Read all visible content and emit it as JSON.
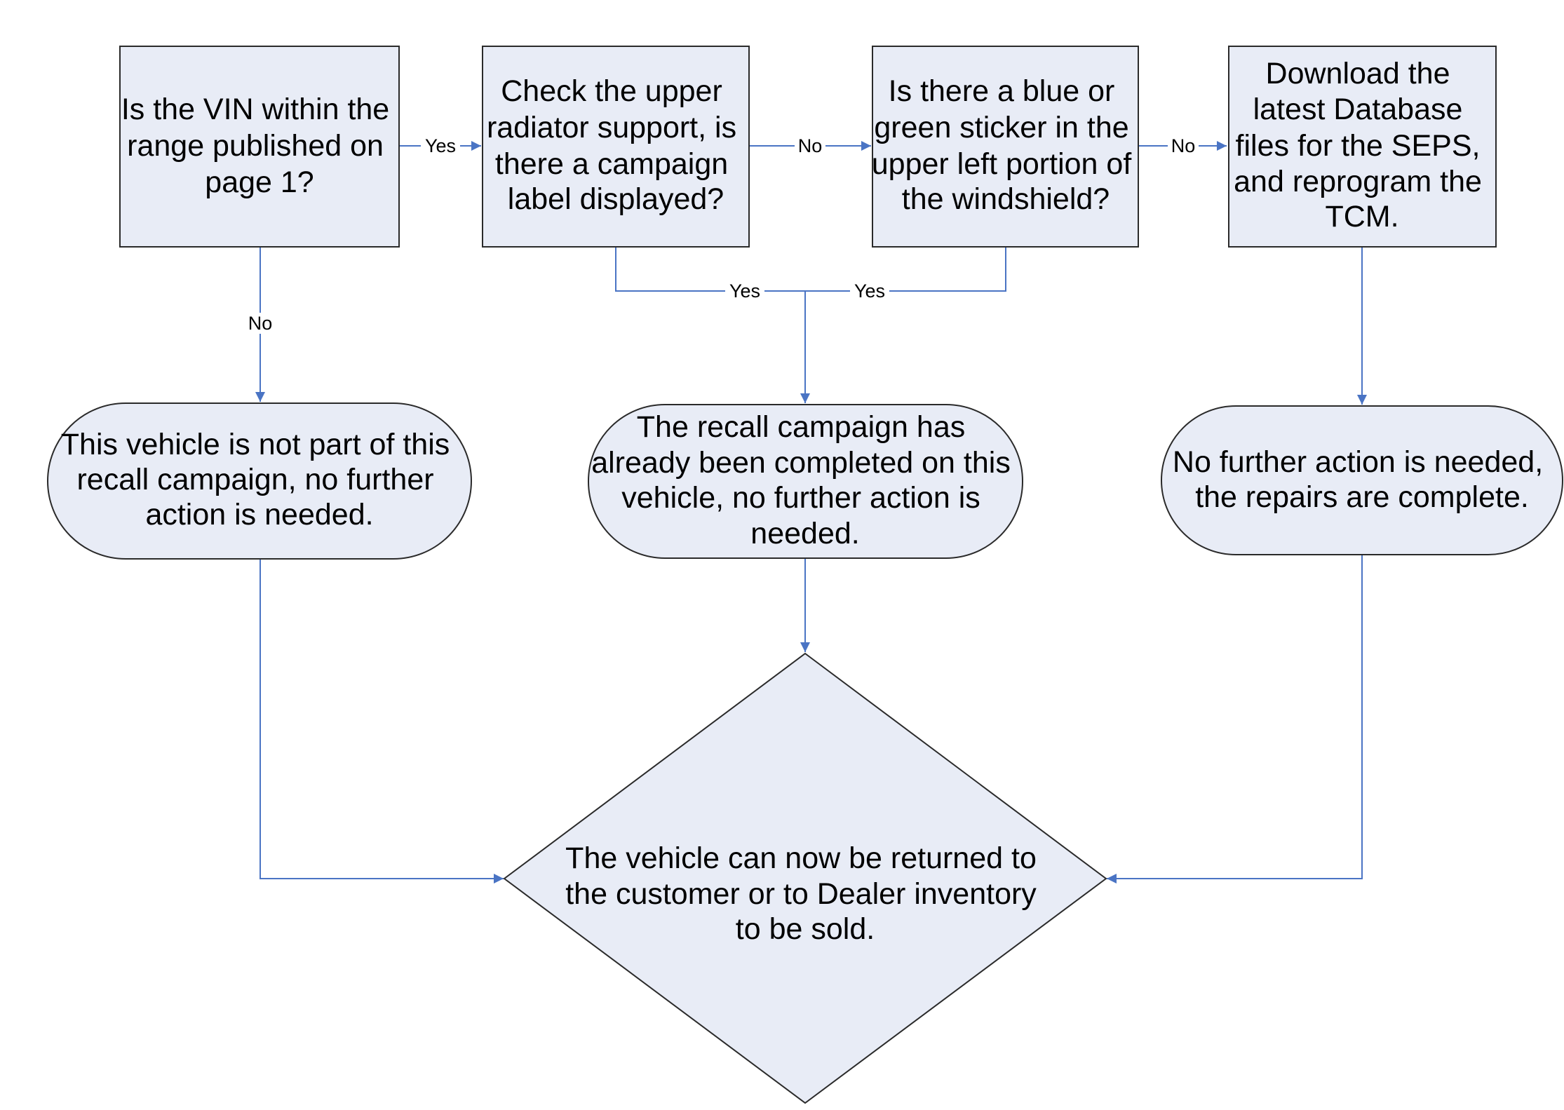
{
  "colors": {
    "node_fill": "#e8ecf6",
    "node_stroke": "#2a2a2a",
    "connector": "#4a74c4",
    "text": "#000000"
  },
  "nodes": {
    "vin_check": {
      "shape": "rectangle",
      "lines": [
        "Is the VIN within the",
        "range published on",
        "page 1?"
      ]
    },
    "label_check": {
      "shape": "rectangle",
      "lines": [
        "Check the upper",
        "radiator support, is",
        "there a campaign",
        "label displayed?"
      ]
    },
    "sticker_check": {
      "shape": "rectangle",
      "lines": [
        "Is there a blue or",
        "green sticker in the",
        "upper left portion of",
        "the windshield?"
      ]
    },
    "reprogram": {
      "shape": "rectangle",
      "lines": [
        "Download the",
        "latest Database",
        "files for the SEPS,",
        "and reprogram the",
        "TCM."
      ]
    },
    "not_part": {
      "shape": "rounded",
      "lines": [
        "This vehicle is not part of this",
        "recall campaign, no further",
        "action is needed."
      ]
    },
    "already_done": {
      "shape": "rounded",
      "lines": [
        "The recall campaign has",
        "already been completed on this",
        "vehicle, no further action is",
        "needed."
      ]
    },
    "repairs_complete": {
      "shape": "rounded",
      "lines": [
        "No further action is needed,",
        "the repairs are complete."
      ]
    },
    "return_vehicle": {
      "shape": "diamond",
      "lines": [
        "The vehicle can now be returned to",
        "the customer or to Dealer inventory",
        "to be sold."
      ]
    }
  },
  "edges": [
    {
      "from": "vin_check",
      "to": "label_check",
      "label": "Yes"
    },
    {
      "from": "label_check",
      "to": "sticker_check",
      "label": "No"
    },
    {
      "from": "sticker_check",
      "to": "reprogram",
      "label": "No"
    },
    {
      "from": "vin_check",
      "to": "not_part",
      "label": "No"
    },
    {
      "from": "label_check",
      "to": "already_done",
      "label": "Yes"
    },
    {
      "from": "sticker_check",
      "to": "already_done",
      "label": "Yes"
    },
    {
      "from": "reprogram",
      "to": "repairs_complete",
      "label": ""
    },
    {
      "from": "not_part",
      "to": "return_vehicle",
      "label": ""
    },
    {
      "from": "already_done",
      "to": "return_vehicle",
      "label": ""
    },
    {
      "from": "repairs_complete",
      "to": "return_vehicle",
      "label": ""
    }
  ]
}
